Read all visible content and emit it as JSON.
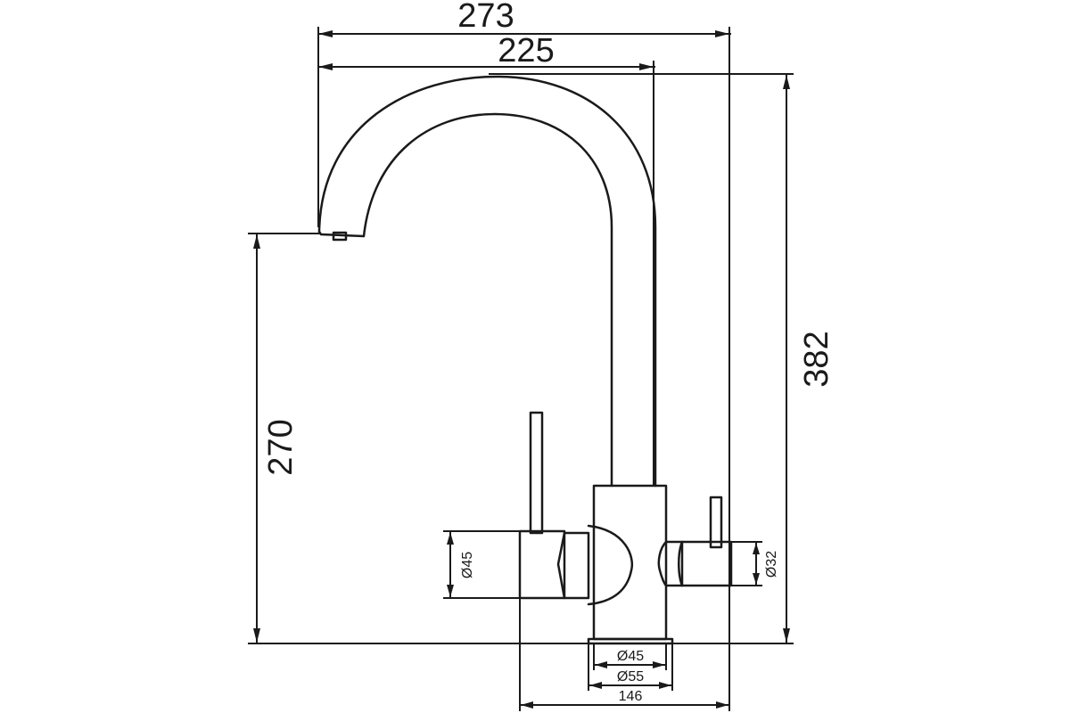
{
  "dimensions": {
    "width_outer": "273",
    "width_spout": "225",
    "height_total": "382",
    "height_spout": "270",
    "diameter_left_handle": "Ø45",
    "diameter_right_handle": "Ø32",
    "diameter_base_inner": "Ø45",
    "diameter_base_outer": "Ø55",
    "width_base": "146"
  }
}
